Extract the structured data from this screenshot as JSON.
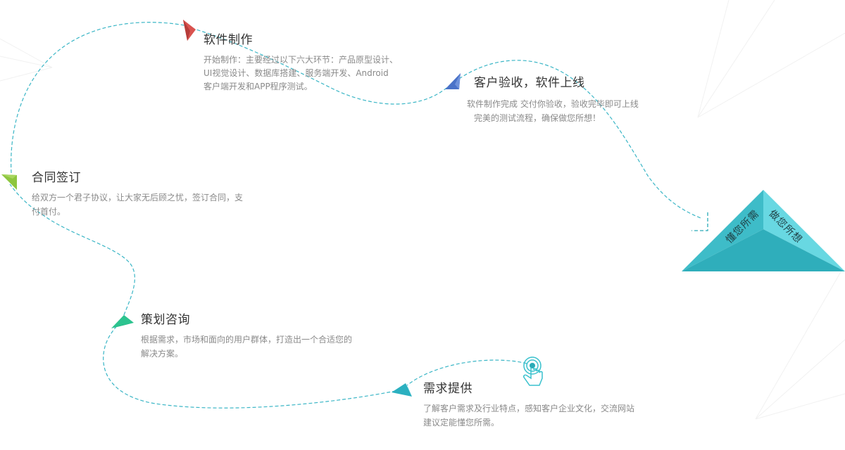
{
  "diagram": {
    "type": "process-flow",
    "colors": {
      "path": "#3bb6c6",
      "title": "#333333",
      "desc": "#8a8a8a",
      "pyramid_left": "#3ebcc8",
      "pyramid_right": "#68d8e2",
      "pyramid_front": "#2faebb"
    },
    "steps": [
      {
        "order": 1,
        "icon": "hand-pointer-tap-icon",
        "icon_color": "#2db3c4",
        "title": "需求提供",
        "desc_lines": [
          "了解客户需求及行业特点，感知客户企业文化，交流网站",
          "建议定能懂您所需。"
        ]
      },
      {
        "order": 2,
        "icon": "arrow-pointer-teal-icon",
        "icon_color": "#2bb0c0",
        "title": "策划咨询",
        "desc_lines": [
          "根据需求，市场和面向的用户群体，打造出一个合适您的",
          "解决方案。"
        ]
      },
      {
        "order": 3,
        "icon": "arrow-pointer-green-icon",
        "icon_color": "#8dc63f",
        "title": "合同签订",
        "desc_lines": [
          "给双方一个君子协议，让大家无后顾之忧，签订合同，支",
          "付首付。"
        ]
      },
      {
        "order": 4,
        "icon": "arrow-pointer-red-icon",
        "icon_color": "#d9534f",
        "title": "软件制作",
        "desc_lines": [
          "开始制作：主要经过以下六大环节：产品原型设计、",
          "UI视觉设计、数据库搭建、服务端开发、Android",
          "客户端开发和APP程序测试。"
        ]
      },
      {
        "order": 5,
        "icon": "arrow-pointer-blue-icon",
        "icon_color": "#4a72c8",
        "title": "客户验收，软件上线",
        "desc_lines": [
          "软件制作完成 交付你验收，验收完毕即可上线",
          "完美的测试流程，确保做您所想！"
        ]
      }
    ],
    "pyramid": {
      "left_label": "懂您所需",
      "right_label": "做您所想"
    }
  }
}
